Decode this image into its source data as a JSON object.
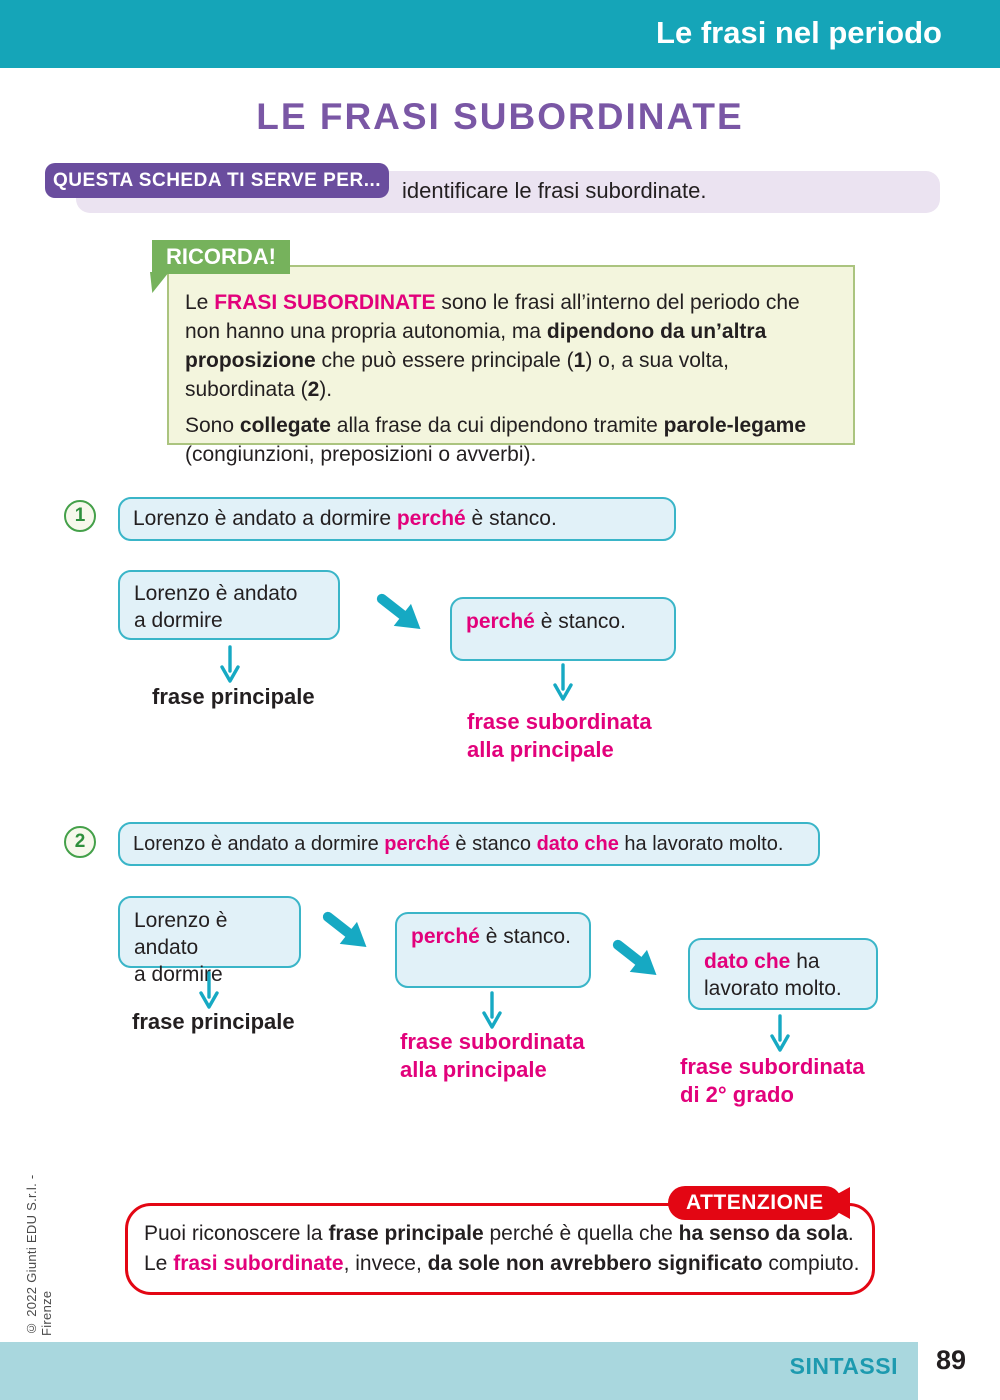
{
  "colors": {
    "header_teal": "#15a5b8",
    "title_purple": "#7a57a5",
    "badge_purple": "#6a4d9e",
    "lavender": "#ebe3f1",
    "green_tab": "#76b25c",
    "ricorda_fill": "#f3f5dd",
    "ricorda_border": "#abc47f",
    "box_fill": "#e1f1f8",
    "box_border": "#3ab5c8",
    "arrow_teal": "#16a9c3",
    "accent_pink": "#e2017b",
    "attention_red": "#e30613",
    "footer_bar": "#a9d7de",
    "footer_text": "#1d9aaf"
  },
  "icons": {
    "flow_arrow": "thick-teal-arrow-down-right",
    "down_arrow": "teal-arrow-down",
    "attention_pointer": "red-triangle-pointing-left",
    "ricorda_notch": "green-fold-notch"
  },
  "header": {
    "title": "Le frasi nel periodo"
  },
  "title": "LE FRASI SUBORDINATE",
  "purpose": {
    "badge": "QUESTA SCHEDA TI SERVE PER...",
    "text": "identificare le frasi subordinate."
  },
  "ricorda": {
    "tab": "RICORDA!",
    "p1": [
      {
        "t": "Le "
      },
      {
        "t": "FRASI SUBORDINATE",
        "c": "pk"
      },
      {
        "t": " sono le frasi all’interno del periodo che non hanno una propria autonomia, ma "
      },
      {
        "t": "dipendono da un’altra proposizione",
        "c": "bd"
      },
      {
        "t": " che può essere principale ("
      },
      {
        "t": "1",
        "c": "bd"
      },
      {
        "t": ") o, a sua volta, subordinata ("
      },
      {
        "t": "2",
        "c": "bd"
      },
      {
        "t": ")."
      }
    ],
    "p2": [
      {
        "t": "Sono "
      },
      {
        "t": "collegate",
        "c": "bd"
      },
      {
        "t": " alla frase da cui dipendono tramite "
      },
      {
        "t": "parole-legame",
        "c": "bd"
      },
      {
        "t": " (congiunzioni, preposizioni o avverbi)."
      }
    ]
  },
  "example1": {
    "number": "1",
    "sentence": [
      {
        "t": "Lorenzo è andato a dormire "
      },
      {
        "t": "perché",
        "c": "pk"
      },
      {
        "t": " è stanco."
      }
    ],
    "main_box": "Lorenzo è andato\na dormire",
    "sub_box": [
      {
        "t": "perché",
        "c": "pk"
      },
      {
        "t": " è stanco."
      }
    ],
    "main_label": "frase principale",
    "sub_label": "frase subordinata\nalla principale"
  },
  "example2": {
    "number": "2",
    "sentence": [
      {
        "t": "Lorenzo è andato a dormire "
      },
      {
        "t": "perché",
        "c": "pk"
      },
      {
        "t": " è stanco "
      },
      {
        "t": "dato che",
        "c": "pk"
      },
      {
        "t": " ha lavorato molto."
      }
    ],
    "main_box": "Lorenzo è andato\na dormire",
    "sub_box1": [
      {
        "t": "perché",
        "c": "pk"
      },
      {
        "t": " è stanco."
      }
    ],
    "sub_box2": [
      {
        "t": "dato che",
        "c": "pk"
      },
      {
        "t": " ha\nlavorato molto."
      }
    ],
    "main_label": "frase principale",
    "sub_label1": "frase subordinata\nalla principale",
    "sub_label2": "frase subordinata\ndi 2° grado"
  },
  "attenzione": {
    "badge": "ATTENZIONE",
    "line1": [
      {
        "t": "Puoi riconoscere la "
      },
      {
        "t": "frase principale",
        "c": "bd"
      },
      {
        "t": " perché è quella che "
      },
      {
        "t": "ha senso da sola",
        "c": "bd"
      },
      {
        "t": "."
      }
    ],
    "line2": [
      {
        "t": "Le "
      },
      {
        "t": "frasi subordinate",
        "c": "pk"
      },
      {
        "t": ", invece, "
      },
      {
        "t": "da sole non avrebbero significato",
        "c": "bd"
      },
      {
        "t": " compiuto."
      }
    ]
  },
  "footer": {
    "section": "SINTASSI",
    "page_number": "89"
  },
  "copyright": "© 2022 Giunti EDU S.r.l. - Firenze"
}
